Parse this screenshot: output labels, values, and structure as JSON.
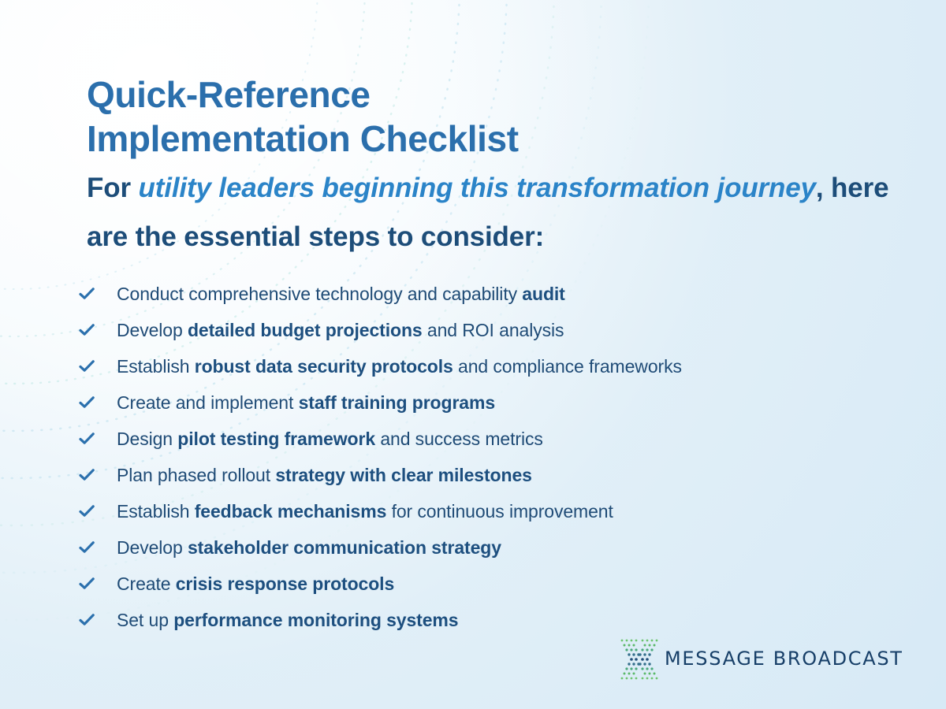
{
  "header": {
    "title_line1": "Quick-Reference",
    "title_line2": "Implementation Checklist"
  },
  "intro": {
    "prefix": "For ",
    "accent": "utility leaders beginning this transformation journey",
    "suffix": ", here are the essential steps to consider:"
  },
  "checklist": [
    {
      "before": "Conduct comprehensive technology and capability ",
      "bold": "audit",
      "after": ""
    },
    {
      "before": "Develop ",
      "bold": "detailed budget projections",
      "after": " and ROI analysis"
    },
    {
      "before": "Establish ",
      "bold": "robust data security protocols",
      "after": " and compliance frameworks"
    },
    {
      "before": "Create and implement ",
      "bold": "staff training programs",
      "after": ""
    },
    {
      "before": "Design ",
      "bold": "pilot testing framework",
      "after": " and success metrics"
    },
    {
      "before": "Plan phased rollout ",
      "bold": "strategy with clear milestones",
      "after": ""
    },
    {
      "before": "Establish ",
      "bold": "feedback mechanisms",
      "after": " for continuous improvement"
    },
    {
      "before": "Develop ",
      "bold": "stakeholder communication strategy",
      "after": ""
    },
    {
      "before": "Create ",
      "bold": "crisis response protocols",
      "after": ""
    },
    {
      "before": "Set up ",
      "bold": "performance monitoring systems",
      "after": ""
    }
  ],
  "brand": {
    "name": "MESSAGE BROADCAST",
    "logo_icon": "message-broadcast-logo-icon"
  },
  "icons": {
    "check": "checkmark-icon"
  },
  "colors": {
    "title_blue": "#2b6fac",
    "dark_blue": "#1d4d79",
    "accent_blue": "#2b84c8",
    "check_blue": "#2b70ad",
    "logo_green": "#5fc26b"
  }
}
